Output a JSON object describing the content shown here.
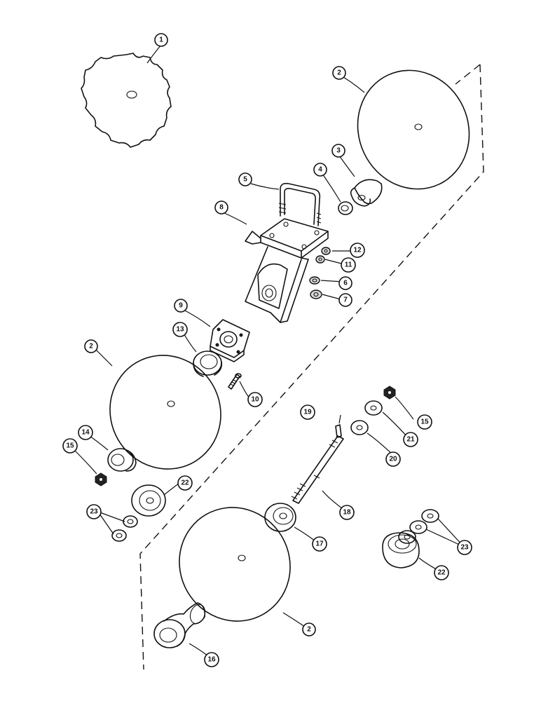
{
  "callouts": [
    {
      "id": "c1",
      "label": "1"
    },
    {
      "id": "c2a",
      "label": "2"
    },
    {
      "id": "c2b",
      "label": "2"
    },
    {
      "id": "c2c",
      "label": "2"
    },
    {
      "id": "c3",
      "label": "3"
    },
    {
      "id": "c4",
      "label": "4"
    },
    {
      "id": "c5",
      "label": "5"
    },
    {
      "id": "c6",
      "label": "6"
    },
    {
      "id": "c7",
      "label": "7"
    },
    {
      "id": "c8",
      "label": "8"
    },
    {
      "id": "c9",
      "label": "9"
    },
    {
      "id": "c10",
      "label": "10"
    },
    {
      "id": "c11",
      "label": "11"
    },
    {
      "id": "c12",
      "label": "12"
    },
    {
      "id": "c13",
      "label": "13"
    },
    {
      "id": "c14",
      "label": "14"
    },
    {
      "id": "c15a",
      "label": "15"
    },
    {
      "id": "c15b",
      "label": "15"
    },
    {
      "id": "c16",
      "label": "16"
    },
    {
      "id": "c17",
      "label": "17"
    },
    {
      "id": "c18",
      "label": "18"
    },
    {
      "id": "c19",
      "label": "19"
    },
    {
      "id": "c20",
      "label": "20"
    },
    {
      "id": "c21",
      "label": "21"
    },
    {
      "id": "c22a",
      "label": "22"
    },
    {
      "id": "c22b",
      "label": "22"
    },
    {
      "id": "c23a",
      "label": "23"
    },
    {
      "id": "c23b",
      "label": "23"
    }
  ]
}
